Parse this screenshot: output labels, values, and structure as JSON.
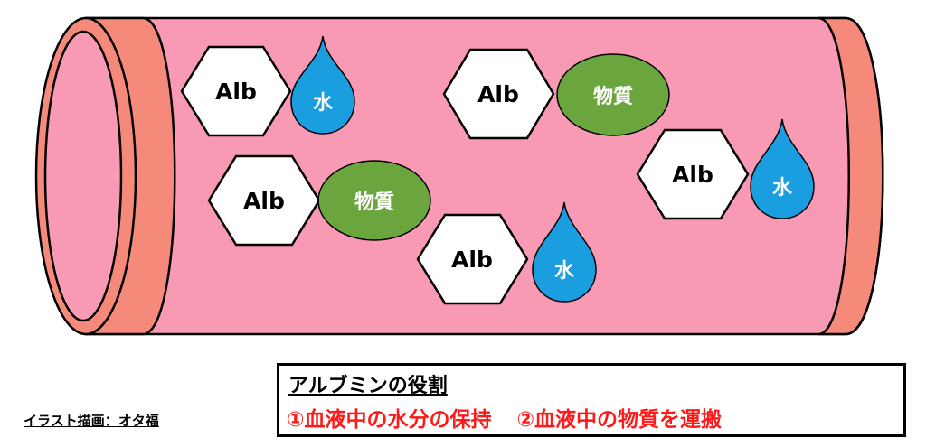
{
  "colors": {
    "vessel_fill": "#f89ab4",
    "vessel_rim": "#f58a7b",
    "water_drop": "#1a9ee0",
    "substance": "#6aa53e",
    "text_highlight": "#ff1a1a"
  },
  "albumin_label": "Alb",
  "water_label": "水",
  "substance_label": "物質",
  "molecules": [
    {
      "partner": "water"
    },
    {
      "partner": "substance"
    },
    {
      "partner": "substance"
    },
    {
      "partner": "water"
    },
    {
      "partner": "water"
    }
  ],
  "role_box": {
    "title": "アルブミンの役割",
    "item1": "①血液中の水分の保持",
    "item2": "②血液中の物質を運搬"
  },
  "credit": "イラスト描画：オタ福"
}
